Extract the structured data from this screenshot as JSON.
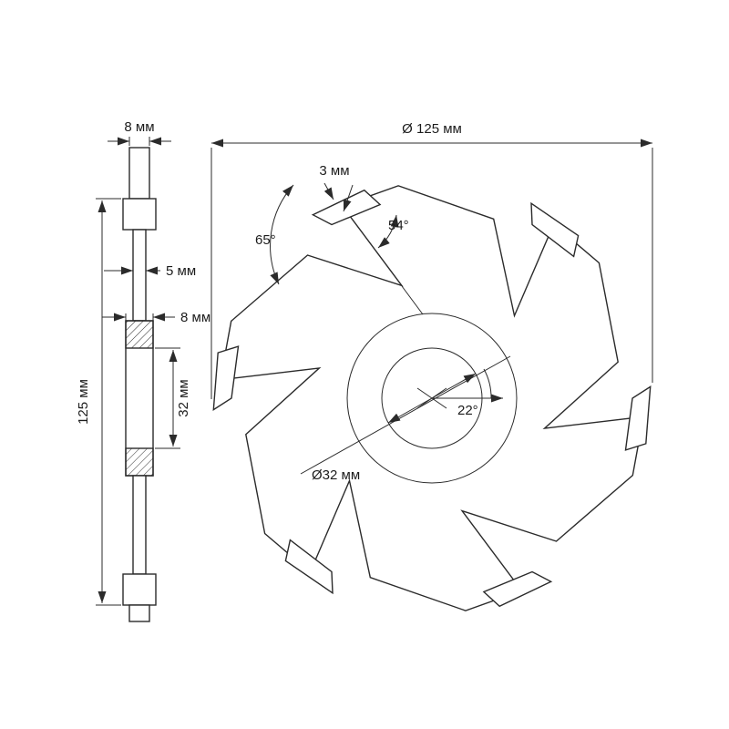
{
  "title": "Disc milling cutter technical drawing",
  "colors": {
    "line": "#2b2b2b",
    "background": "#ffffff"
  },
  "side_view": {
    "dim_shank_width": "8 мм",
    "dim_plate_thickness": "5 мм",
    "dim_hub_width": "8 мм",
    "dim_bore": "32 мм",
    "dim_diameter": "125 мм"
  },
  "front_view": {
    "dim_diameter": "Ø 125 мм",
    "dim_insert_width": "3 мм",
    "dim_angle_tooth": "54°",
    "dim_angle_gullet": "65°",
    "dim_angle_face": "22°",
    "dim_bore_diameter": "Ø32 мм"
  }
}
